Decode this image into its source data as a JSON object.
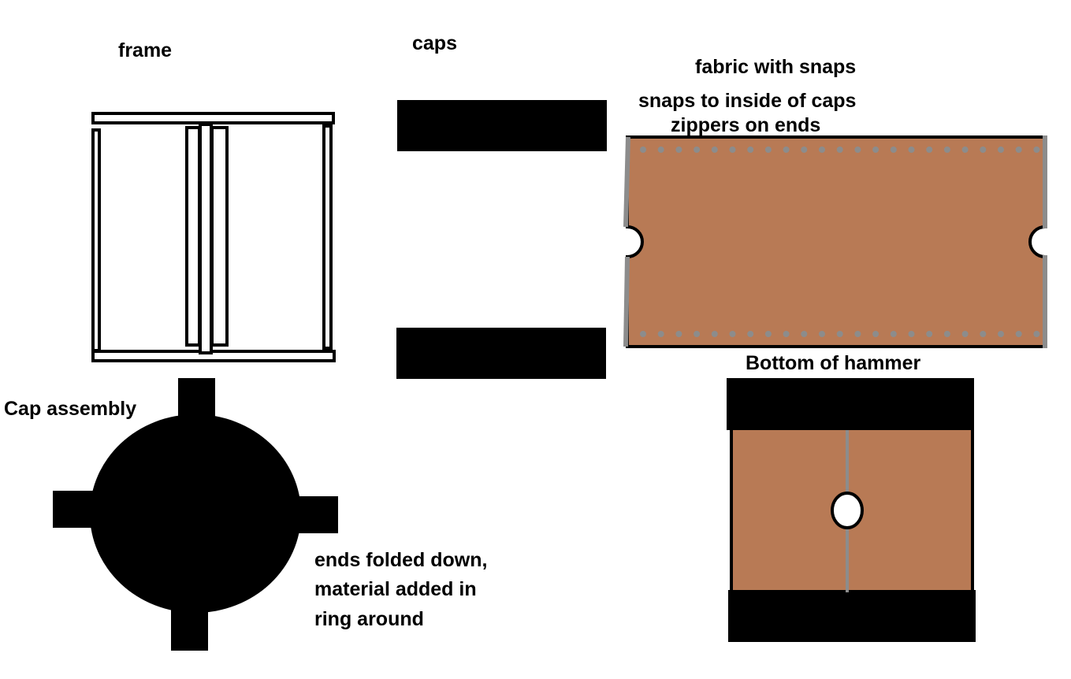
{
  "labels": {
    "frame": "frame",
    "caps": "caps",
    "fabric_title": "fabric with snaps",
    "fabric_note1": "snaps to inside of caps",
    "fabric_note2": "zippers on ends",
    "cap_assembly": "Cap assembly",
    "ends_line1": "ends folded down,",
    "ends_line2": "material added in",
    "ends_line3": "ring around",
    "bottom": "Bottom of hammer"
  },
  "colors": {
    "fabric": "#b87a55",
    "snap": "#8c8c8c",
    "zipper": "#8c8c8c",
    "cap": "#000000",
    "frame_stroke": "#000000"
  }
}
